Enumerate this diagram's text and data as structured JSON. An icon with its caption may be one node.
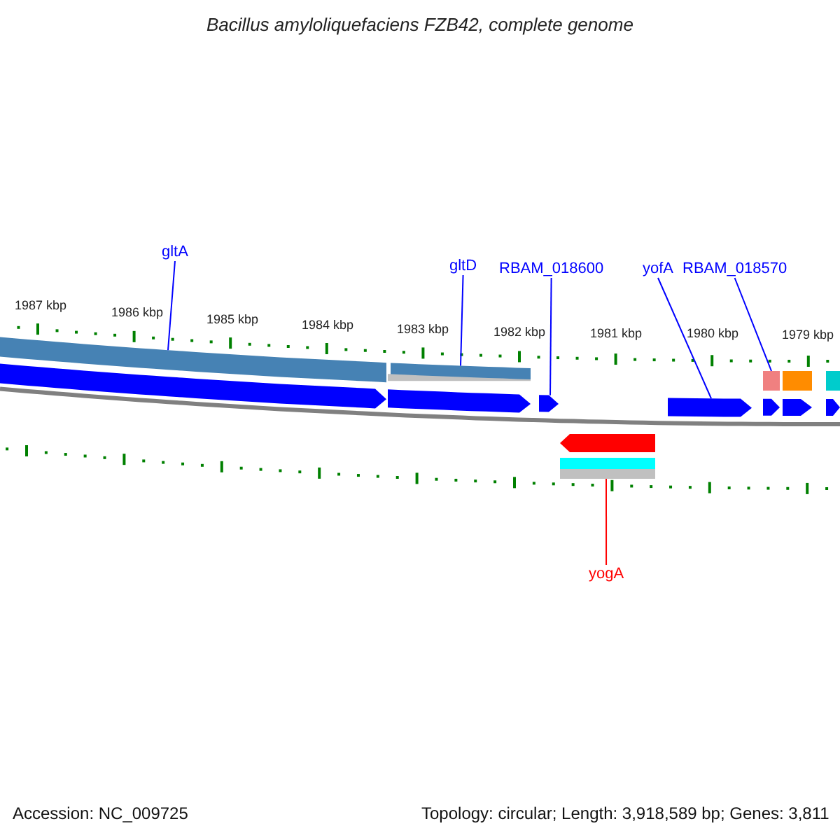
{
  "diagram": {
    "title": "Bacillus amyloliquefaciens FZB42, complete genome",
    "nodes": [
      {
        "text": [
          "gltA"
        ]
      },
      {
        "text": [],
        "shape": "bar"
      },
      {
        "text": [
          "gltD"
        ]
      },
      {
        "text": [],
        "shape": "bar"
      },
      {
        "text": [
          "RBAM_018600"
        ]
      },
      {
        "text": [],
        "shape": "bar"
      },
      {
        "text": [
          "yofA"
        ]
      },
      {
        "text": [],
        "shape": "bar"
      },
      {
        "text": [
          "RBAM_018570"
        ]
      },
      {
        "text": [],
        "shape": "box"
      },
      {
        "text": [
          "yogA"
        ]
      },
      {
        "text": [],
        "shape": "bar"
      }
    ],
    "edges": [
      {
        "from": 0,
        "to": 1,
        "arrow": "none"
      },
      {
        "from": 2,
        "to": 3,
        "arrow": "none"
      },
      {
        "from": 4,
        "to": 5,
        "arrow": "none"
      },
      {
        "from": 6,
        "to": 7,
        "arrow": "none"
      },
      {
        "from": 8,
        "to": 9,
        "arrow": "none"
      },
      {
        "from": 10,
        "to": 11,
        "arrow": "none",
        "color": "#ff0000"
      }
    ],
    "labels": [
      "1987 kbp",
      "1986 kbp",
      "1985 kbp",
      "1984 kbp",
      "1983 kbp",
      "1982 kbp",
      "1981 kbp",
      "1980 kbp",
      "1979 kbp",
      "Accession: NC_009725",
      "Topology: circular; Length: 3,918,589 bp; Genes: 3,811"
    ]
  }
}
